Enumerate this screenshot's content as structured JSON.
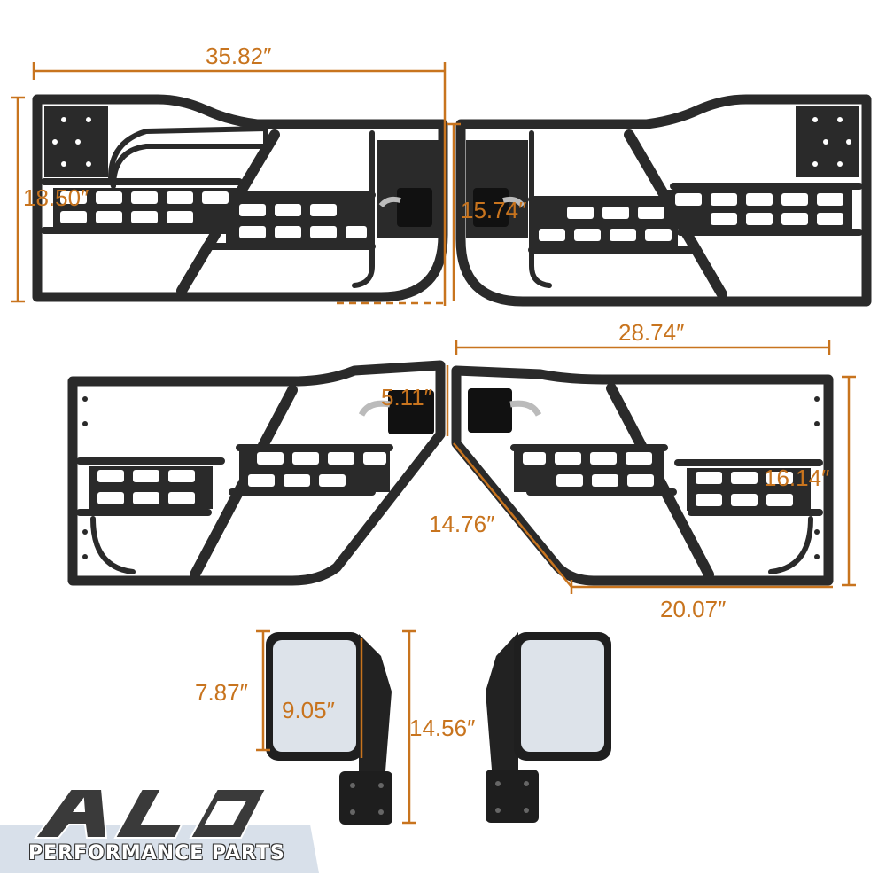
{
  "colors": {
    "dimension": "#c8741e",
    "steel": "#2a2a2a",
    "mirror_glass": "#dde3ea"
  },
  "dimensions": {
    "front_width": "35.82″",
    "front_height": "18.50″",
    "front_inner_height": "15.74″",
    "rear_width": "28.74″",
    "rear_handle": "5.11″",
    "rear_height": "16.14″",
    "rear_diagonal": "14.76″",
    "rear_bottom": "20.07″",
    "mirror_width": "7.87″",
    "mirror_glass": "9.05″",
    "mirror_height": "14.56″"
  },
  "brand": {
    "logo": "ALO",
    "tagline": "PERFORMANCE PARTS"
  }
}
